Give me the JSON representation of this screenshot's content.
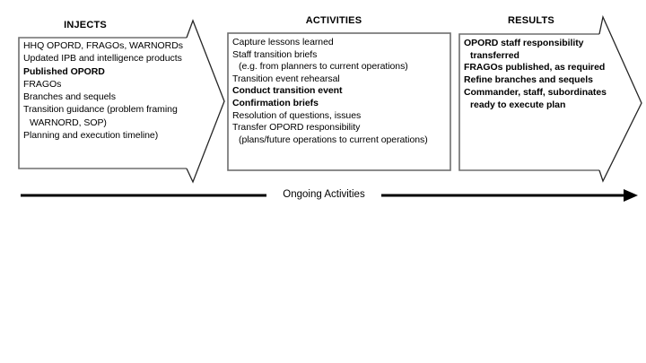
{
  "sections": {
    "injects": {
      "title": "INJECTS",
      "lines": [
        {
          "text": "HHQ OPORD, FRAGOs, WARNORDs",
          "bold": false,
          "indent": false
        },
        {
          "text": "Updated IPB and intelligence products",
          "bold": false,
          "indent": false
        },
        {
          "text": "Published OPORD",
          "bold": true,
          "indent": false
        },
        {
          "text": "FRAGOs",
          "bold": false,
          "indent": false
        },
        {
          "text": "Branches and sequels",
          "bold": false,
          "indent": false
        },
        {
          "text": "Transition guidance (problem framing",
          "bold": false,
          "indent": false
        },
        {
          "text": "WARNORD, SOP)",
          "bold": false,
          "indent": true
        },
        {
          "text": "Planning and execution timeline)",
          "bold": false,
          "indent": false
        }
      ]
    },
    "activities": {
      "title": "ACTIVITIES",
      "lines": [
        {
          "text": "Capture lessons learned",
          "bold": false,
          "indent": false
        },
        {
          "text": "Staff transition briefs",
          "bold": false,
          "indent": false
        },
        {
          "text": "(e.g. from planners to current operations)",
          "bold": false,
          "indent": true
        },
        {
          "text": "Transition event rehearsal",
          "bold": false,
          "indent": false
        },
        {
          "text": "Conduct transition event",
          "bold": true,
          "indent": false
        },
        {
          "text": "Confirmation briefs",
          "bold": true,
          "indent": false
        },
        {
          "text": "Resolution of questions, issues",
          "bold": false,
          "indent": false
        },
        {
          "text": "Transfer OPORD responsibility",
          "bold": false,
          "indent": false
        },
        {
          "text": "(plans/future operations to current operations)",
          "bold": false,
          "indent": true
        }
      ]
    },
    "results": {
      "title": "RESULTS",
      "lines": [
        {
          "text": "OPORD staff responsibility",
          "bold": true,
          "indent": false
        },
        {
          "text": "transferred",
          "bold": true,
          "indent": true
        },
        {
          "text": "FRAGOs published, as required",
          "bold": true,
          "indent": false
        },
        {
          "text": "Refine branches and sequels",
          "bold": true,
          "indent": false
        },
        {
          "text": "Commander, staff, subordinates",
          "bold": true,
          "indent": false
        },
        {
          "text": "ready to execute plan",
          "bold": true,
          "indent": true
        }
      ]
    }
  },
  "ongoing": {
    "label": "Ongoing Activities"
  },
  "colors": {
    "box_border": "#6e6e6e",
    "chevron": "#262626",
    "arrow": "#000000",
    "text": "#000000",
    "background": "#ffffff"
  }
}
